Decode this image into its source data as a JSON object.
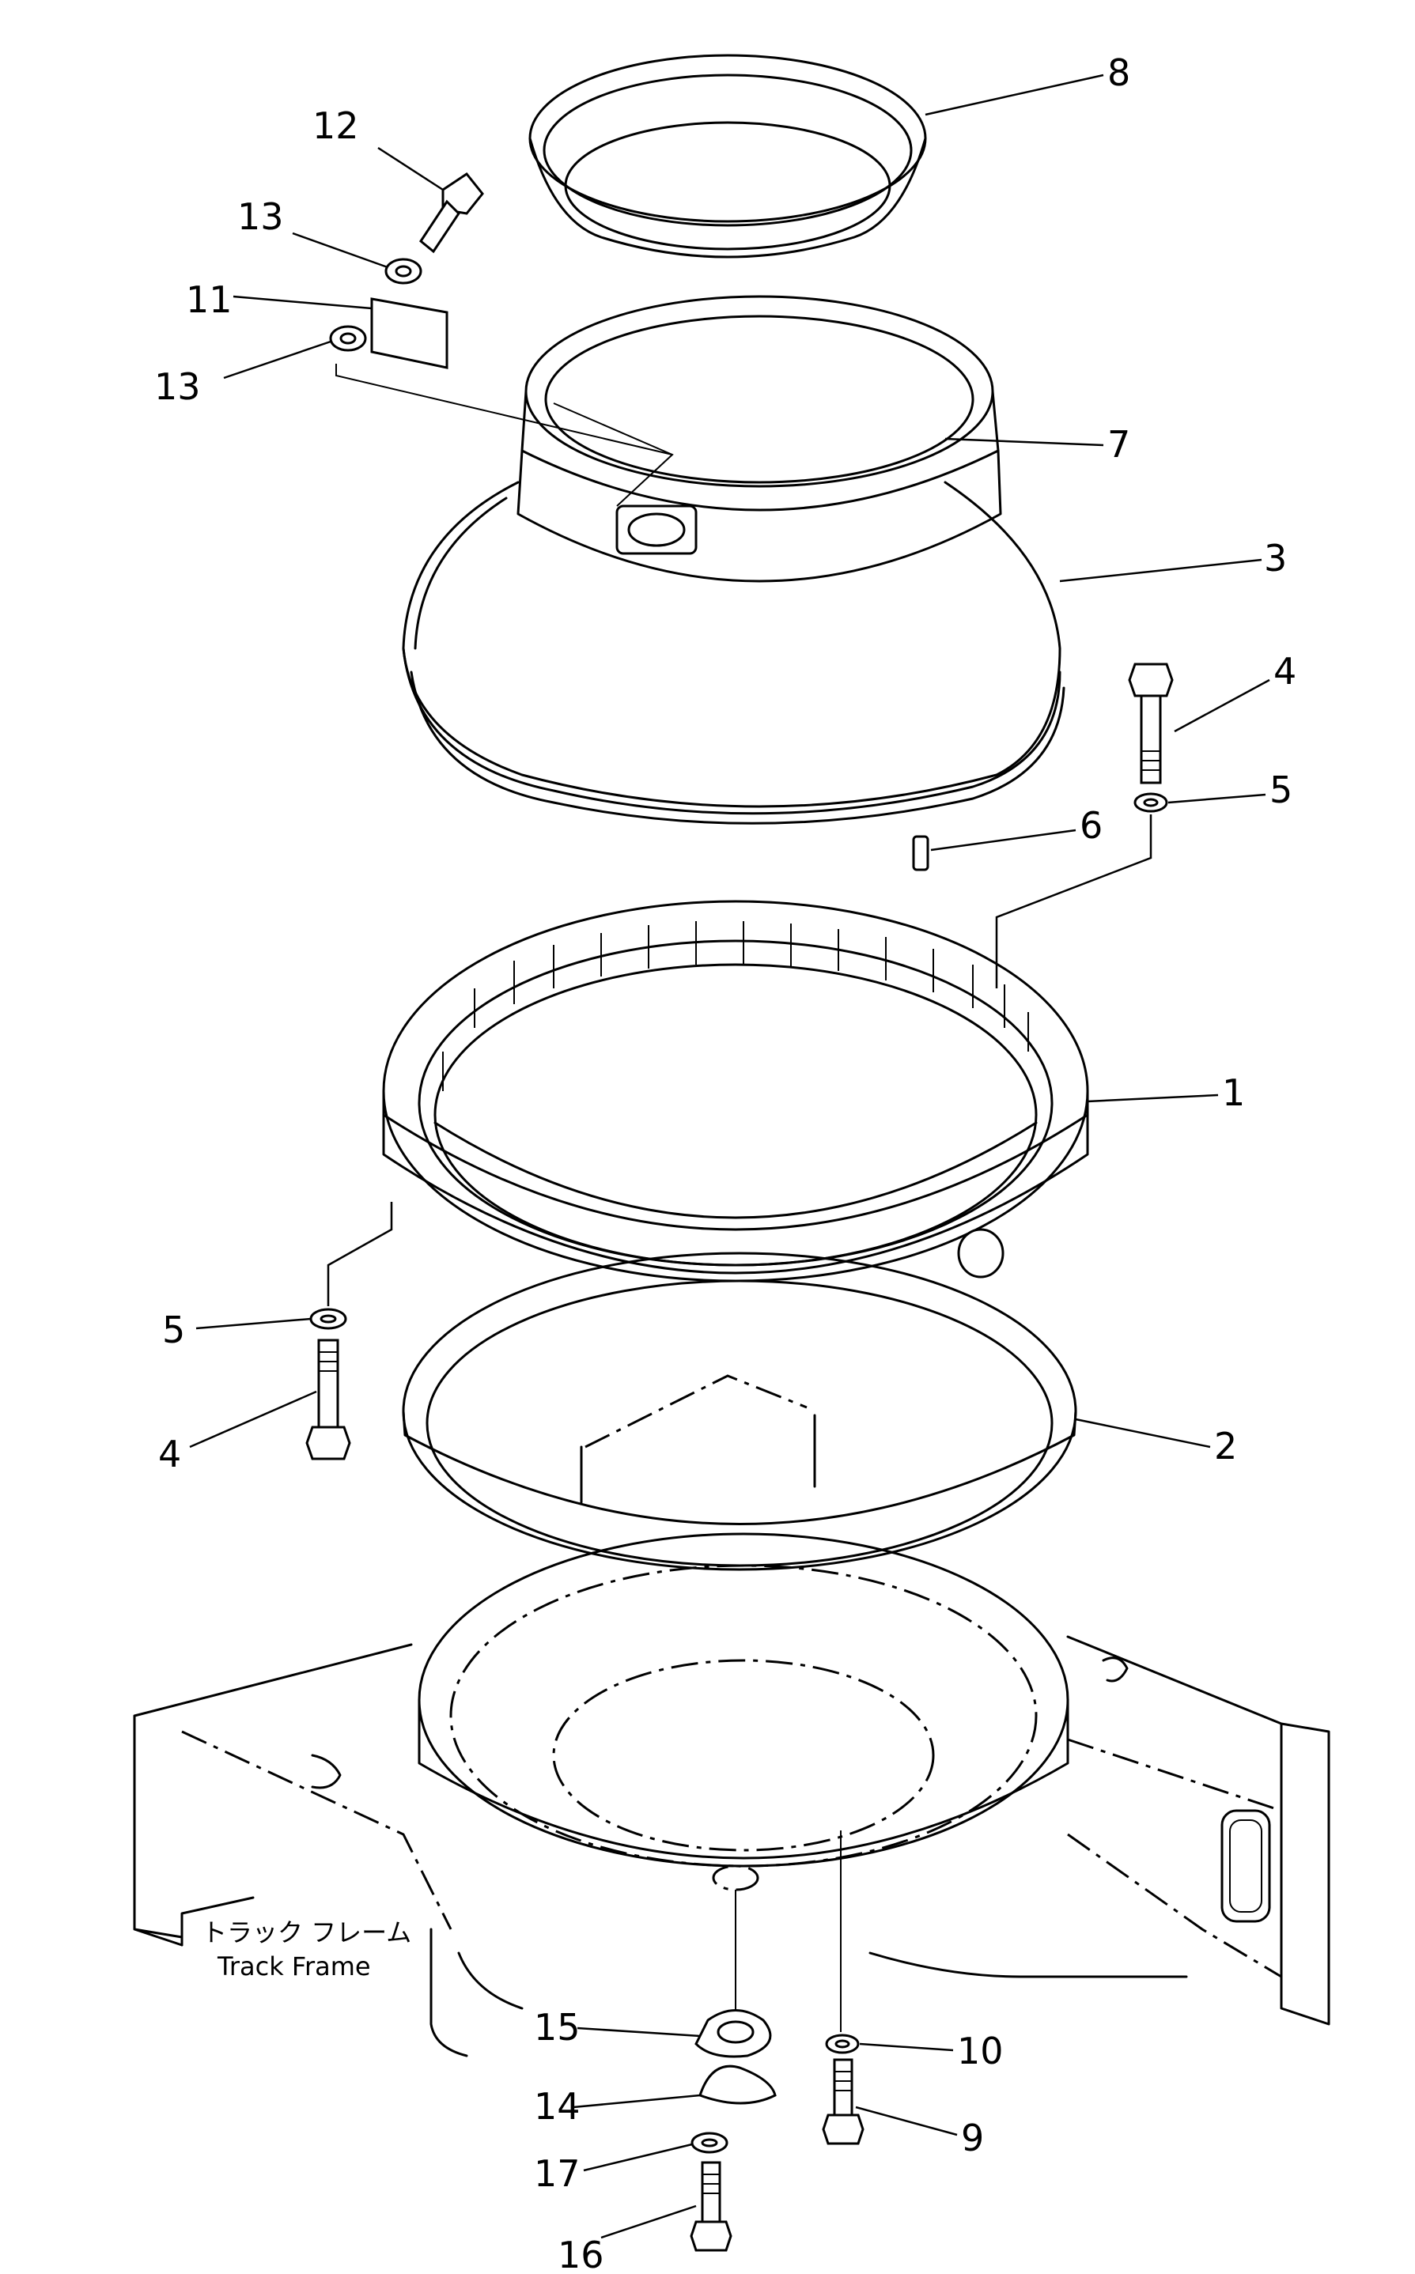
{
  "callouts": {
    "c1": "1",
    "c2": "2",
    "c3": "3",
    "c4a": "4",
    "c4b": "4",
    "c5a": "5",
    "c5b": "5",
    "c6": "6",
    "c7": "7",
    "c8": "8",
    "c9": "9",
    "c10": "10",
    "c11": "11",
    "c12": "12",
    "c13a": "13",
    "c13b": "13",
    "c14": "14",
    "c15": "15",
    "c16": "16",
    "c17": "17"
  },
  "frame_label": {
    "japanese": "トラック フレーム",
    "english": "Track Frame"
  }
}
